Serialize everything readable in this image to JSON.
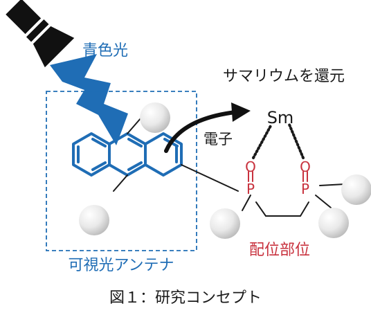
{
  "labels": {
    "blue_light": "青色光",
    "reduction": "サマリウムを還元",
    "samarium": "Sm",
    "electron": "電子",
    "oxygen_1": "O",
    "oxygen_2": "O",
    "phosphorus_1": "P",
    "phosphorus_2": "P",
    "coordination_site": "配位部位",
    "antenna": "可視光アンテナ",
    "caption": "図１：研究コンセプト"
  },
  "colors": {
    "blue": "#1f6db5",
    "red": "#c8313d",
    "black": "#1a1a1a"
  },
  "icons": {
    "light_source": "flashlight-icon",
    "light_beam": "lightning-bolt-icon",
    "electron_transfer": "curved-arrow-icon"
  }
}
